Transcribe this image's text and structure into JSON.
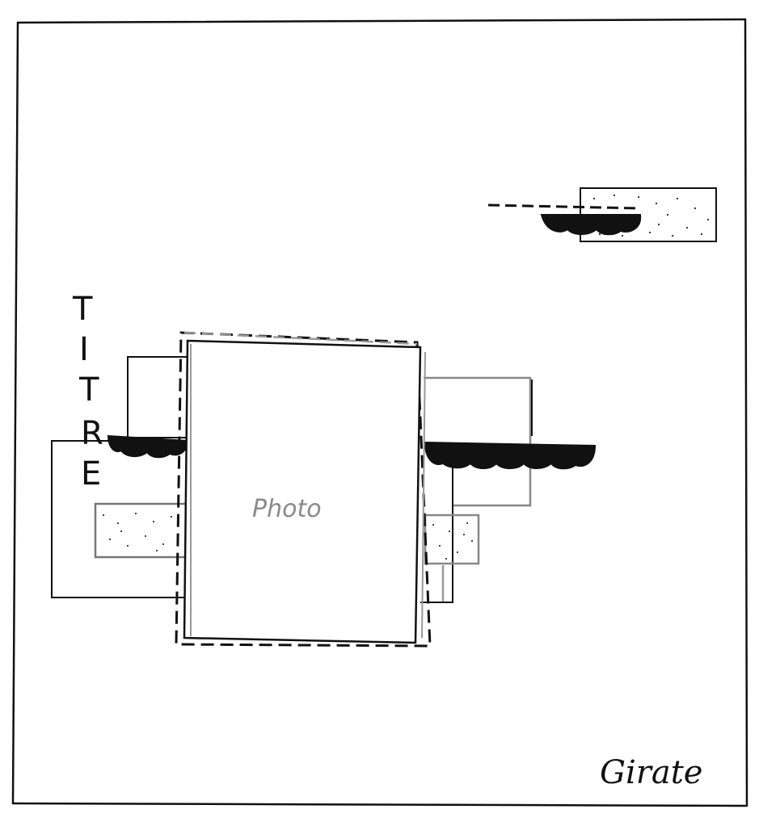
{
  "sketch": {
    "title_letters": [
      "T",
      "I",
      "T",
      "R",
      "E"
    ],
    "photo_label": "Photo",
    "signature": "Girate",
    "colors": {
      "ink": "#111111",
      "pencil": "#8a8a8a",
      "paper": "#ffffff"
    }
  }
}
